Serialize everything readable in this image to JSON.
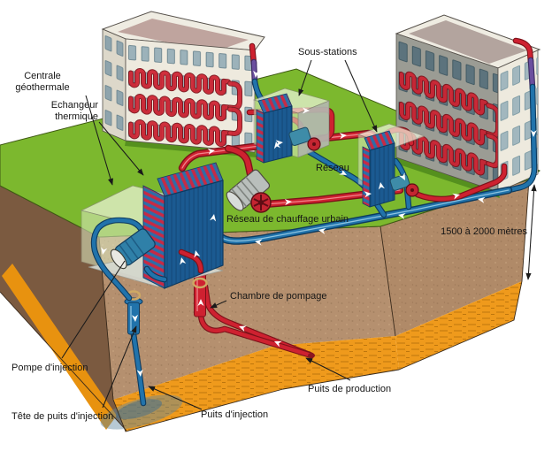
{
  "diagram": {
    "subject": "geothermal-district-heating-cutaway",
    "labels": {
      "centrale": [
        "Centrale",
        "géothermale"
      ],
      "echangeur": [
        "Echangeur",
        "thermique"
      ],
      "sous_stations": "Sous-stations",
      "reseau": "Réseau",
      "reseau_chauffage_urbain": "Réseau de chauffage urbain",
      "chambre_pompage": "Chambre de pompage",
      "profondeur": "1500 à 2000 mètres",
      "pompe_injection": "Pompe d'injection",
      "tete_puits_injection": "Tête de puits d'injection",
      "puits_injection": "Puits d'injection",
      "puits_production": "Puits de production"
    },
    "colors": {
      "hot_pipe": "#ce2130",
      "cold_pipe": "#2173ab",
      "purple_transition": "#6b4f9e",
      "grass": "#7cb82e",
      "earth": "#b5906f",
      "earth_dark": "#7b5a40",
      "aquifer_orange": "#ef9a1c",
      "exchanger_blue": "#1b5a91",
      "building_cream": "#eeeade",
      "roof_mauve": "#bfa49e",
      "valve_wheel_gold": "#cfa964",
      "flow_arrow": "#ffffff",
      "leader_line": "#1a1a1a"
    },
    "icons": {
      "flow_arrow": "flow-arrow-icon",
      "leader_arrow": "leader-arrowhead-icon",
      "valve_wheel": "valve-wheel-icon"
    }
  }
}
